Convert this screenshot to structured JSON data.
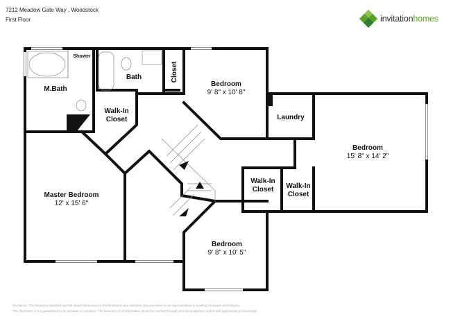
{
  "header": {
    "address": "7212 Meadow Gate Way , Woodstock",
    "floor": "First Floor"
  },
  "logo": {
    "text_a": "invitation",
    "text_b": "homes",
    "colors": [
      "#2e7d32",
      "#5aa02c",
      "#8bc34a"
    ]
  },
  "rooms": [
    {
      "name": "Shower",
      "dims": ""
    },
    {
      "name": "M.Bath",
      "dims": ""
    },
    {
      "name": "Bath",
      "dims": ""
    },
    {
      "name": "Closet",
      "dims": ""
    },
    {
      "name": "Bedroom",
      "dims": "9' 8\" x 10' 8\""
    },
    {
      "name": "Walk-In Closet",
      "dims": ""
    },
    {
      "name": "Laundry",
      "dims": ""
    },
    {
      "name": "Bedroom",
      "dims": "15' 8\" x 14' 2\""
    },
    {
      "name": "Walk-In Closet",
      "dims": ""
    },
    {
      "name": "Walk-In Closet",
      "dims": ""
    },
    {
      "name": "Master Bedroom",
      "dims": "12' x 15' 6\""
    },
    {
      "name": "Bedroom",
      "dims": "9' 8\" x 10' 5\""
    }
  ],
  "disclaimer": [
    "Disclaimer: The floorplans depicted and the stated dimensions in this illustration are indicative only and serve as an approximation of existing structures and features.",
    "This illustration is not guaranteed to be accurate or complete. The accuracy of all information should be verified through personal inspection and/or with appropriate professionals."
  ]
}
